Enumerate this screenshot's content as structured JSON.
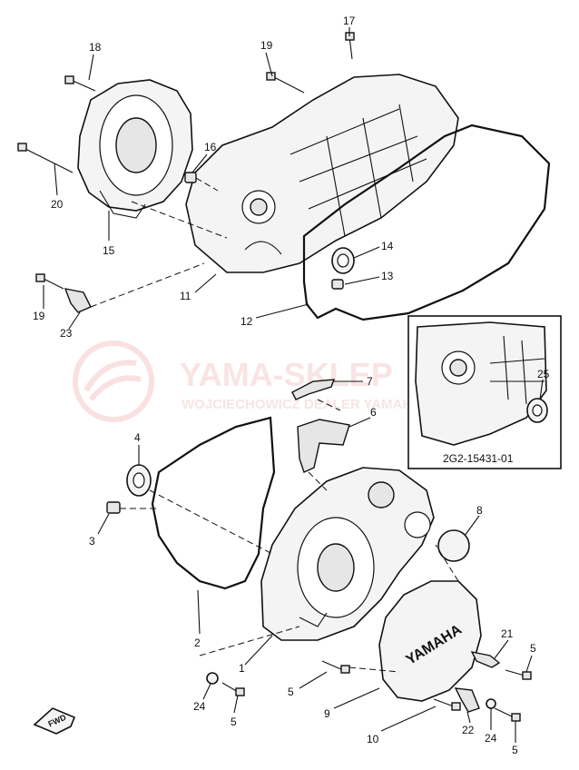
{
  "watermark": {
    "title": "YAMA-SKLEP",
    "subtitle": "WOJCIECHOWICZ DEALER YAMAHA"
  },
  "inset": {
    "part_code": "2G2-15431-01"
  },
  "cover_brand": "YAMAHA",
  "fwd_label": "FWD",
  "callouts": [
    {
      "id": "c18",
      "text": "18"
    },
    {
      "id": "c19a",
      "text": "19"
    },
    {
      "id": "c17",
      "text": "17"
    },
    {
      "id": "c16",
      "text": "16"
    },
    {
      "id": "c20",
      "text": "20"
    },
    {
      "id": "c15",
      "text": "15"
    },
    {
      "id": "c14",
      "text": "14"
    },
    {
      "id": "c13",
      "text": "13"
    },
    {
      "id": "c11",
      "text": "11"
    },
    {
      "id": "c12",
      "text": "12"
    },
    {
      "id": "c19b",
      "text": "19"
    },
    {
      "id": "c23",
      "text": "23"
    },
    {
      "id": "c7",
      "text": "7"
    },
    {
      "id": "c25",
      "text": "25"
    },
    {
      "id": "c6",
      "text": "6"
    },
    {
      "id": "c4",
      "text": "4"
    },
    {
      "id": "c8",
      "text": "8"
    },
    {
      "id": "c3",
      "text": "3"
    },
    {
      "id": "c2",
      "text": "2"
    },
    {
      "id": "c21",
      "text": "21"
    },
    {
      "id": "c5a",
      "text": "5"
    },
    {
      "id": "c1",
      "text": "1"
    },
    {
      "id": "c24a",
      "text": "24"
    },
    {
      "id": "c5b",
      "text": "5"
    },
    {
      "id": "c5c",
      "text": "5"
    },
    {
      "id": "c9",
      "text": "9"
    },
    {
      "id": "c10",
      "text": "10"
    },
    {
      "id": "c22",
      "text": "22"
    },
    {
      "id": "c24b",
      "text": "24"
    },
    {
      "id": "c5d",
      "text": "5"
    }
  ]
}
